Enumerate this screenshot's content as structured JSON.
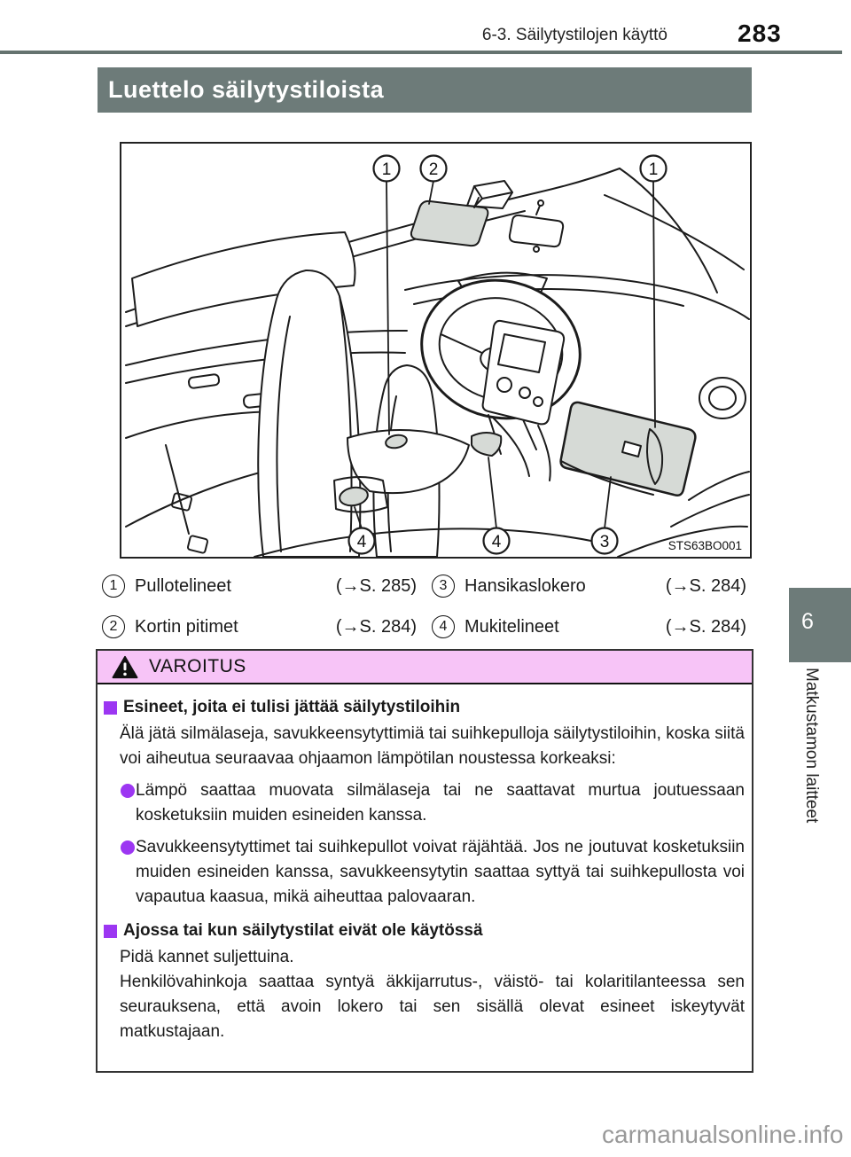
{
  "header": {
    "section_title": "6-3. Säilytystilojen käyttö",
    "page_number": "283"
  },
  "title_bar": {
    "title": "Luettelo säilytystiloista"
  },
  "illustration": {
    "code": "STS63BO001",
    "callouts": [
      "1",
      "2",
      "1",
      "4",
      "4",
      "3"
    ]
  },
  "legend": {
    "items": [
      {
        "num": "1",
        "label": "Pullotelineet",
        "ref": "(→S. 285)"
      },
      {
        "num": "2",
        "label": "Kortin pitimet",
        "ref": "(→S. 284)"
      },
      {
        "num": "3",
        "label": "Hansikaslokero",
        "ref": "(→S. 284)"
      },
      {
        "num": "4",
        "label": "Mukitelineet",
        "ref": "(→S. 284)"
      }
    ]
  },
  "warning": {
    "title": "VAROITUS",
    "sections": [
      {
        "heading": "Esineet, joita ei tulisi jättää säilytystiloihin",
        "paragraphs": [
          "Älä jätä silmälaseja, savukkeensytyttimiä tai suihkepulloja säilytystiloihin, koska siitä voi aiheutua seuraavaa ohjaamon lämpötilan noustessa korkeaksi:"
        ],
        "bullets": [
          "Lämpö saattaa muovata silmälaseja tai ne saattavat murtua joutuessaan kosketuksiin muiden esineiden kanssa.",
          "Savukkeensytyttimet tai suihkepullot voivat räjähtää. Jos ne joutuvat kosketuksiin muiden esineiden kanssa, savukkeensytytin saattaa syttyä tai suihkepullosta voi vapautua kaasua, mikä aiheuttaa palovaaran."
        ]
      },
      {
        "heading": "Ajossa tai kun säilytystilat eivät ole käytössä",
        "paragraphs": [
          "Pidä kannet suljettuina.",
          "Henkilövahinkoja saattaa syntyä äkkijarrutus-, väistö- tai kolaritilanteessa sen seurauksena, että avoin lokero tai sen sisällä olevat esineet iskeytyvät matkustajaan."
        ],
        "bullets": []
      }
    ]
  },
  "sidebar": {
    "chapter_number": "6",
    "chapter_label": "Matkustamon laitteet"
  },
  "watermark": "carmanualsonline.info",
  "colors": {
    "accent_teal": "#6d7b79",
    "warning_pink": "#f7c4f7",
    "bullet_purple": "#9c36f2",
    "shade_gray": "#d6dad6",
    "watermark_gray": "#999999"
  }
}
